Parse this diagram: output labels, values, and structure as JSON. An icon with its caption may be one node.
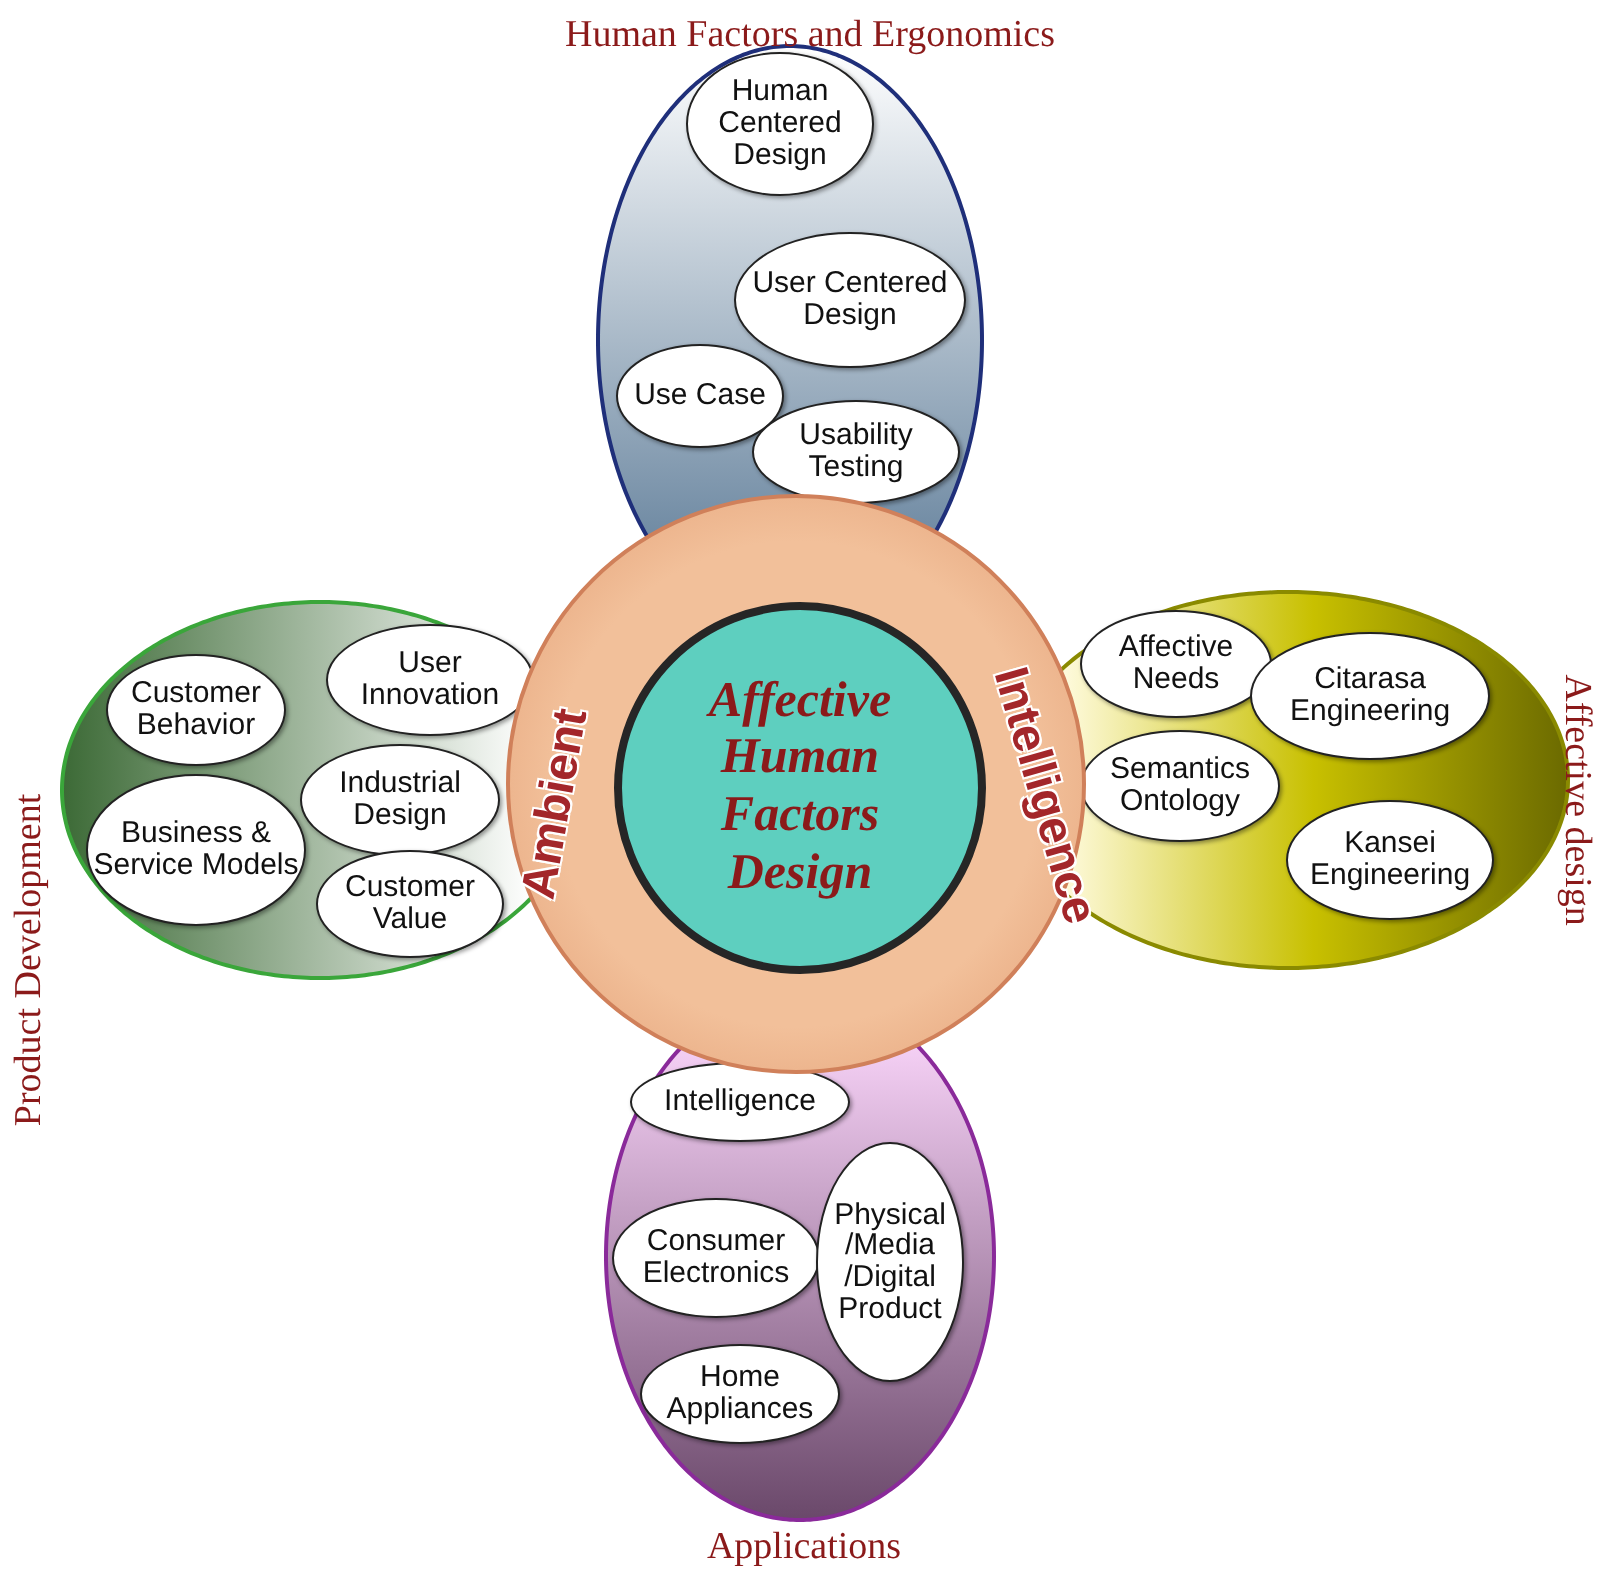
{
  "diagram": {
    "nodes": [
      {
        "text": [
          "Human Factors and Ergonomics"
        ]
      },
      {
        "text": [
          "Human Centered Design"
        ],
        "in": 0
      },
      {
        "text": [
          "User Centered Design"
        ],
        "in": 0
      },
      {
        "text": [
          "Use Case"
        ],
        "in": 0
      },
      {
        "text": [
          "Usability Testing"
        ],
        "in": 0
      },
      {
        "text": [
          "Product Development"
        ]
      },
      {
        "text": [
          "Customer Behavior"
        ],
        "in": 5
      },
      {
        "text": [
          "User Innovation"
        ],
        "in": 5
      },
      {
        "text": [
          "Business & Service Models"
        ],
        "in": 5
      },
      {
        "text": [
          "Industrial Design"
        ],
        "in": 5
      },
      {
        "text": [
          "Customer Value"
        ],
        "in": 5
      },
      {
        "text": [
          "Ambient",
          "Intelligence"
        ]
      },
      {
        "text": [
          "Affective Human Factors Design"
        ],
        "in": 11
      },
      {
        "text": [
          "Affective design"
        ]
      },
      {
        "text": [
          "Affective Needs"
        ],
        "in": 13
      },
      {
        "text": [
          "Citarasa Engineering"
        ],
        "in": 13
      },
      {
        "text": [
          "Semantics Ontology"
        ],
        "in": 13
      },
      {
        "text": [
          "Kansei Engineering"
        ],
        "in": 13
      },
      {
        "text": [
          "Applications"
        ]
      },
      {
        "text": [
          "Intelligence"
        ],
        "in": 18
      },
      {
        "text": [
          "Consumer Electronics"
        ],
        "in": 18
      },
      {
        "text": [
          "Physical /Media /Digital Product"
        ],
        "in": 18
      },
      {
        "text": [
          "Home Appliances"
        ],
        "in": 18
      }
    ]
  }
}
